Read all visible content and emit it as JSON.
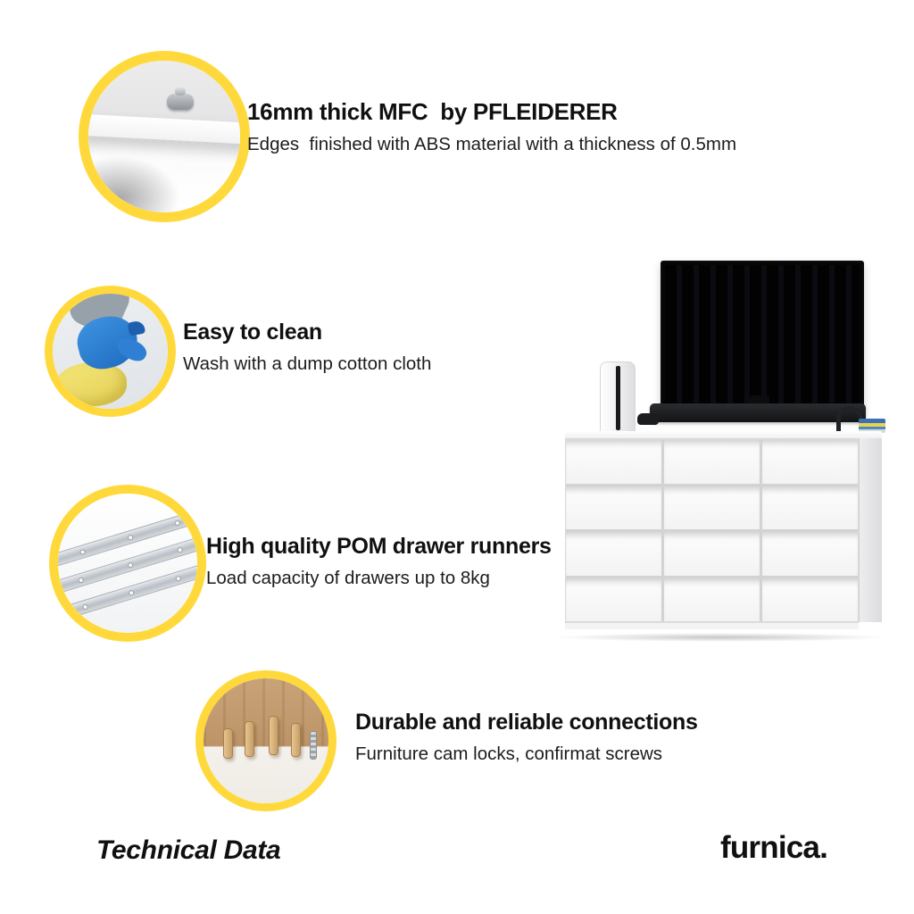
{
  "features": [
    {
      "title": "16mm thick MFC  by PFLEIDERER",
      "subtitle": "Edges  finished with ABS material with a thickness of 0.5mm",
      "photo": "white-panel-edge-with-metal-connector"
    },
    {
      "title": "Easy to clean",
      "subtitle": "Wash with a dump cotton cloth",
      "photo": "blue-gloved-hand-spray-and-yellow-cloth"
    },
    {
      "title": "High quality POM drawer runners",
      "subtitle": "Load capacity of drawers up to 8kg",
      "photo": "telescopic-drawer-runners"
    },
    {
      "title": "Durable and reliable connections",
      "subtitle": "Furniture cam locks, confirmat screws",
      "photo": "wooden-dowels-and-confirmat-screw"
    }
  ],
  "product": {
    "name": "white-chest-of-drawers-with-tv",
    "drawer_rows": 4,
    "drawer_columns": 3
  },
  "footer": {
    "title": "Technical Data",
    "brand": "furnica."
  },
  "colors": {
    "accent_yellow": "#FFD93B",
    "text": "#101010",
    "background": "#FFFFFF"
  }
}
